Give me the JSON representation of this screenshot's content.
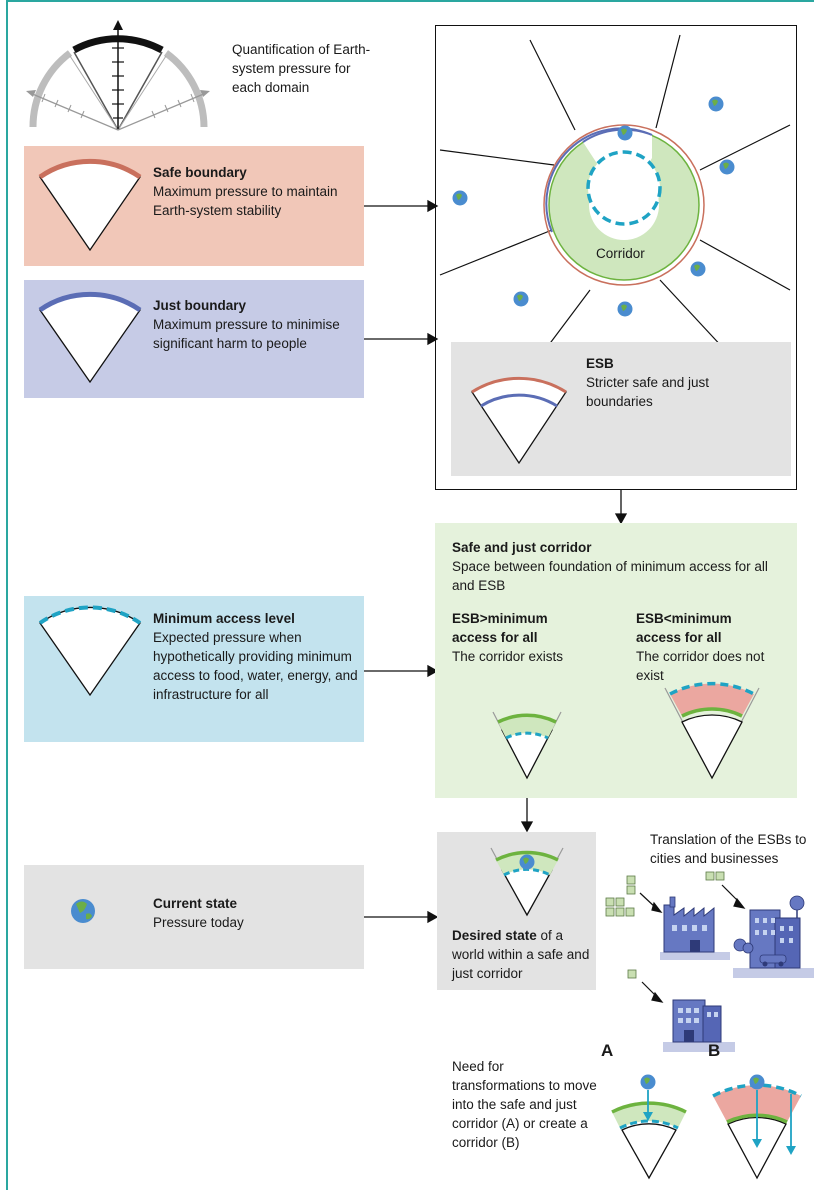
{
  "intro": {
    "text": "Quantification of Earth-system pressure for each domain"
  },
  "safe": {
    "title": "Safe boundary",
    "desc": "Maximum pressure to maintain Earth-system stability"
  },
  "just": {
    "title": "Just boundary",
    "desc": "Maximum pressure to minimise significant harm to people"
  },
  "corridor_label": "Corridor",
  "esb": {
    "title": "ESB",
    "desc": "Stricter safe and just boundaries"
  },
  "sjc": {
    "title": "Safe and just corridor",
    "desc": "Space between foundation of minimum access for all and ESB",
    "left_title": "ESB>minimum access for all",
    "left_desc": "The corridor exists",
    "right_title": "ESB<minimum access for all",
    "right_desc": "The corridor does not exist"
  },
  "minimum": {
    "title": "Minimum access level",
    "desc": "Expected pressure when hypothetically providing minimum access to food, water, energy, and infrastructure for all"
  },
  "current": {
    "title": "Current state",
    "desc": "Pressure today"
  },
  "desired": {
    "title": "Desired state",
    "desc": " of a world within a safe and just corridor"
  },
  "translation": "Translation of the ESBs to cities and businesses",
  "need": {
    "text": "Need for transformations to move into the safe and just corridor (A) or create a corridor (B)",
    "label_a": "A",
    "label_b": "B"
  },
  "colors": {
    "safe_bg": "#f1c7b8",
    "just_bg": "#c6cbe6",
    "min_bg": "#c3e3ee",
    "corr_bg": "#e5f2dc",
    "grey_bg": "#e3e3e3",
    "safe_line": "#c9705d",
    "just_line": "#5b6db5",
    "min_line": "#1fa3c4",
    "corr_green": "#6db33f"
  }
}
